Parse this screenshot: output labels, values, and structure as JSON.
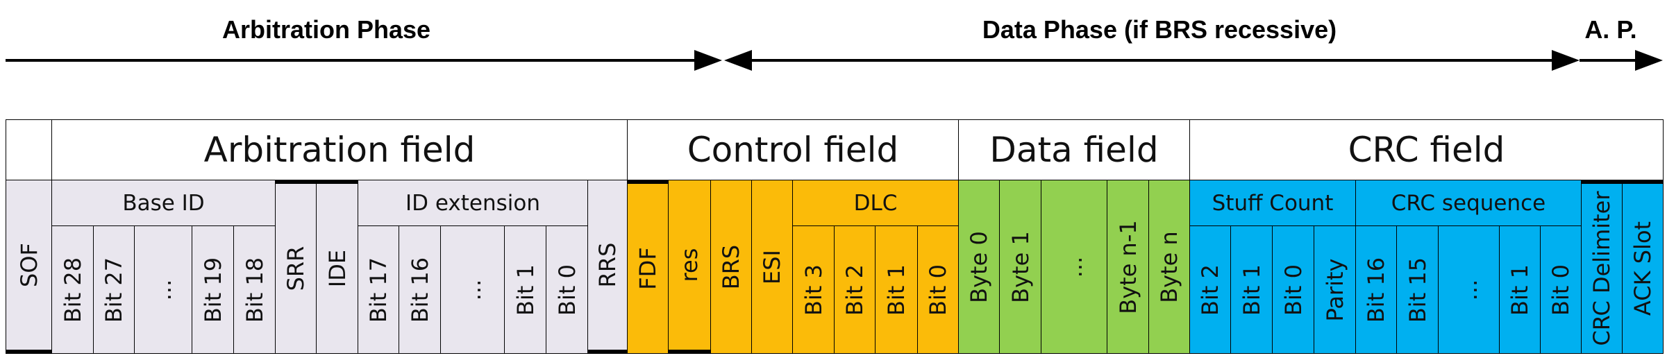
{
  "colors": {
    "arbitration": "#e9e6ee",
    "control": "#fbbb09",
    "data": "#92d050",
    "crc": "#00b0f0",
    "white": "#ffffff",
    "line": "#000000"
  },
  "phases": {
    "arbitration": "Arbitration Phase",
    "data": "Data Phase (if BRS recessive)",
    "ap": "A. P."
  },
  "fields": {
    "arbitration": "Arbitration field",
    "control": "Control field",
    "data": "Data field",
    "crc": "CRC field"
  },
  "groups": {
    "base_id": "Base ID",
    "id_extension": "ID extension",
    "dlc": "DLC",
    "stuff_count": "Stuff Count",
    "crc_sequence": "CRC sequence"
  },
  "bits": {
    "sof": "SOF",
    "base": [
      "Bit 28",
      "Bit 27",
      "...",
      "Bit 19",
      "Bit 18"
    ],
    "srr": "SRR",
    "ide": "IDE",
    "ext": [
      "Bit 17",
      "Bit 16",
      "...",
      "Bit 1",
      "Bit 0"
    ],
    "rrs": "RRS",
    "fdf": "FDF",
    "res": "res",
    "brs": "BRS",
    "esi": "ESI",
    "dlc": [
      "Bit 3",
      "Bit 2",
      "Bit 1",
      "Bit 0"
    ],
    "data": [
      "Byte 0",
      "Byte 1",
      "...",
      "Byte n-1",
      "Byte n"
    ],
    "stuff": [
      "Bit 2",
      "Bit 1",
      "Bit 0",
      "Parity"
    ],
    "crcseq": [
      "Bit 16",
      "Bit 15",
      "...",
      "Bit 1",
      "Bit 0"
    ],
    "crc_delimiter": "CRC Delimiter",
    "ack_slot": "ACK Slot"
  }
}
